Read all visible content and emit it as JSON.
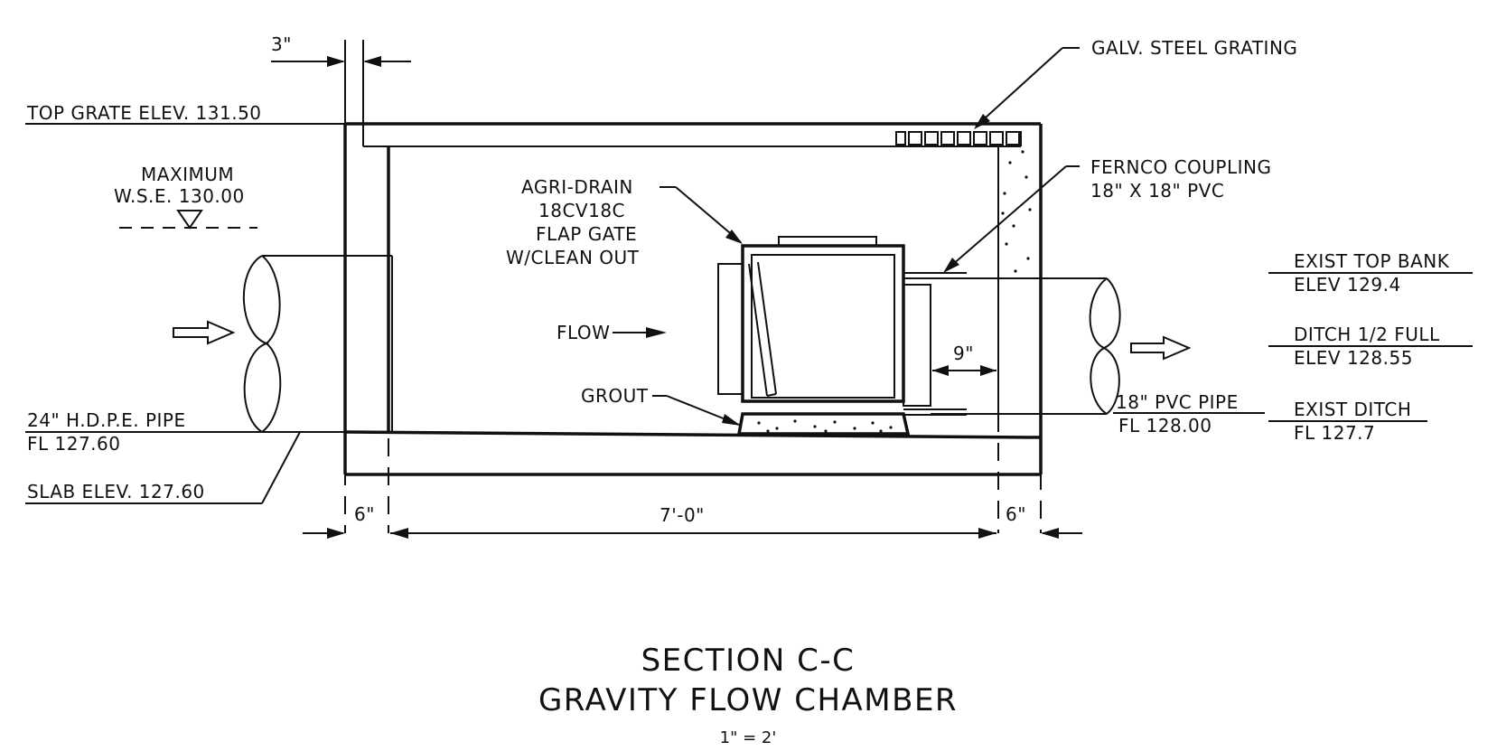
{
  "labels": {
    "dim_3in": "3\"",
    "top_grate": "TOP GRATE ELEV. 131.50",
    "wse_line1": "MAXIMUM",
    "wse_line2": "W.S.E. 130.00",
    "galv_grating": "GALV. STEEL GRATING",
    "fernco_line1": "FERNCO COUPLING",
    "fernco_line2": "18\" X 18\" PVC",
    "agri_line1": "AGRI-DRAIN",
    "agri_line2": "18CV18C",
    "agri_line3": "FLAP GATE",
    "agri_line4": "W/CLEAN OUT",
    "flow": "FLOW",
    "grout": "GROUT",
    "dim_9in": "9\"",
    "exist_top_bank": "EXIST TOP BANK",
    "exist_top_bank_elev": "ELEV 129.4",
    "ditch_half_full": "DITCH 1/2 FULL",
    "ditch_half_full_elev": "ELEV 128.55",
    "pvc_pipe": "18\" PVC PIPE",
    "pvc_pipe_fl": "FL 128.00",
    "exist_ditch": "EXIST DITCH",
    "exist_ditch_fl": "FL 127.7",
    "hdpe_pipe": "24\" H.D.P.E. PIPE",
    "hdpe_pipe_fl": "FL 127.60",
    "slab_elev": "SLAB ELEV. 127.60",
    "dim_6in_left": "6\"",
    "dim_7ft": "7'-0\"",
    "dim_6in_right": "6\""
  },
  "title": {
    "line1": "SECTION C-C",
    "line2": "GRAVITY FLOW CHAMBER",
    "scale": "1\" = 2'"
  }
}
